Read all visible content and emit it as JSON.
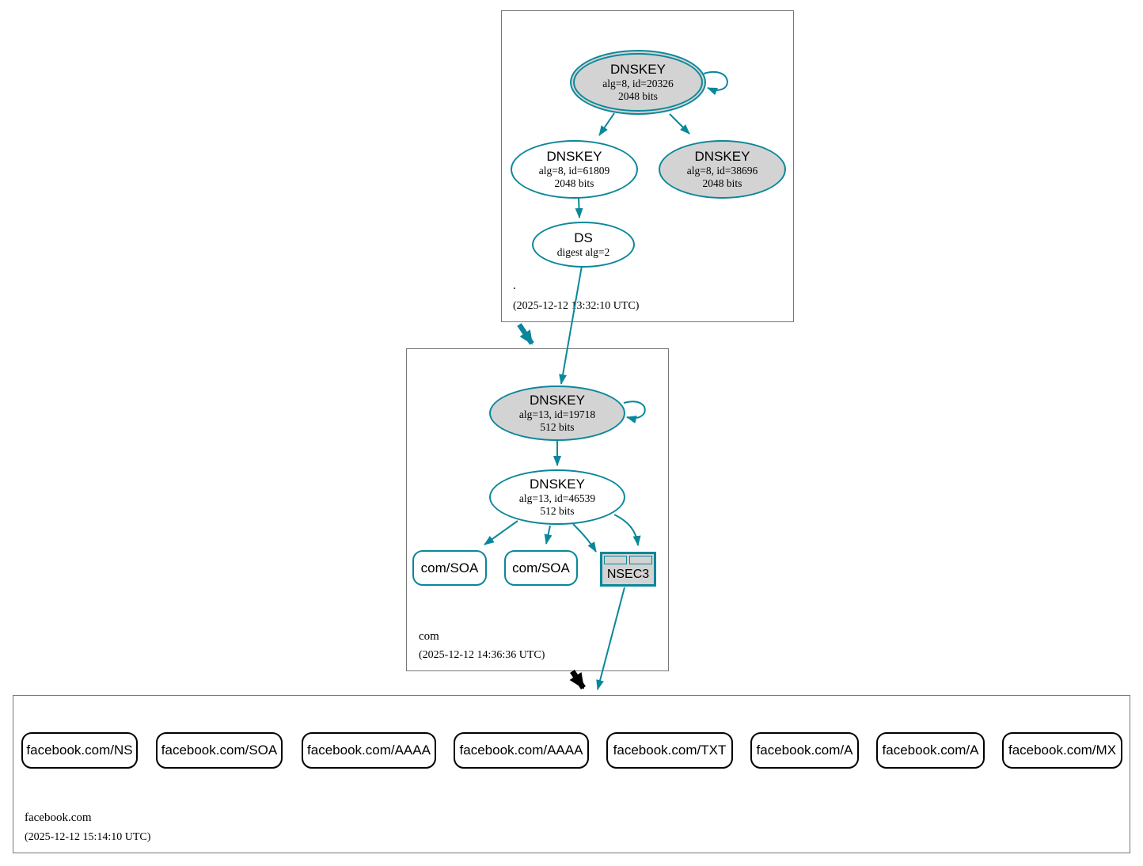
{
  "diagram": {
    "kind": "dnssec-authentication-chain",
    "colors": {
      "secure": "#0a879a",
      "insecure": "#000000",
      "key_fill_gray": "#d3d3d3",
      "node_fill_white": "#ffffff"
    },
    "zones": {
      "root": {
        "label": ".",
        "timestamp": "(2025-12-12 13:32:10 UTC)",
        "ksk": {
          "title": "DNSKEY",
          "alg": "alg=8, id=20326",
          "bits": "2048 bits"
        },
        "zsk": {
          "title": "DNSKEY",
          "alg": "alg=8, id=61809",
          "bits": "2048 bits"
        },
        "key2": {
          "title": "DNSKEY",
          "alg": "alg=8, id=38696",
          "bits": "2048 bits"
        },
        "ds": {
          "title": "DS",
          "alg": "digest alg=2"
        }
      },
      "com": {
        "label": "com",
        "timestamp": "(2025-12-12 14:36:36 UTC)",
        "ksk": {
          "title": "DNSKEY",
          "alg": "alg=13, id=19718",
          "bits": "512 bits"
        },
        "zsk": {
          "title": "DNSKEY",
          "alg": "alg=13, id=46539",
          "bits": "512 bits"
        },
        "soa1": {
          "label": "com/SOA"
        },
        "soa2": {
          "label": "com/SOA"
        },
        "nsec3": {
          "label": "NSEC3"
        }
      },
      "facebook": {
        "label": "facebook.com",
        "timestamp": "(2025-12-12 15:14:10 UTC)",
        "rrsets": [
          {
            "label": "facebook.com/NS"
          },
          {
            "label": "facebook.com/SOA"
          },
          {
            "label": "facebook.com/AAAA"
          },
          {
            "label": "facebook.com/AAAA"
          },
          {
            "label": "facebook.com/TXT"
          },
          {
            "label": "facebook.com/A"
          },
          {
            "label": "facebook.com/A"
          },
          {
            "label": "facebook.com/MX"
          }
        ]
      }
    }
  }
}
